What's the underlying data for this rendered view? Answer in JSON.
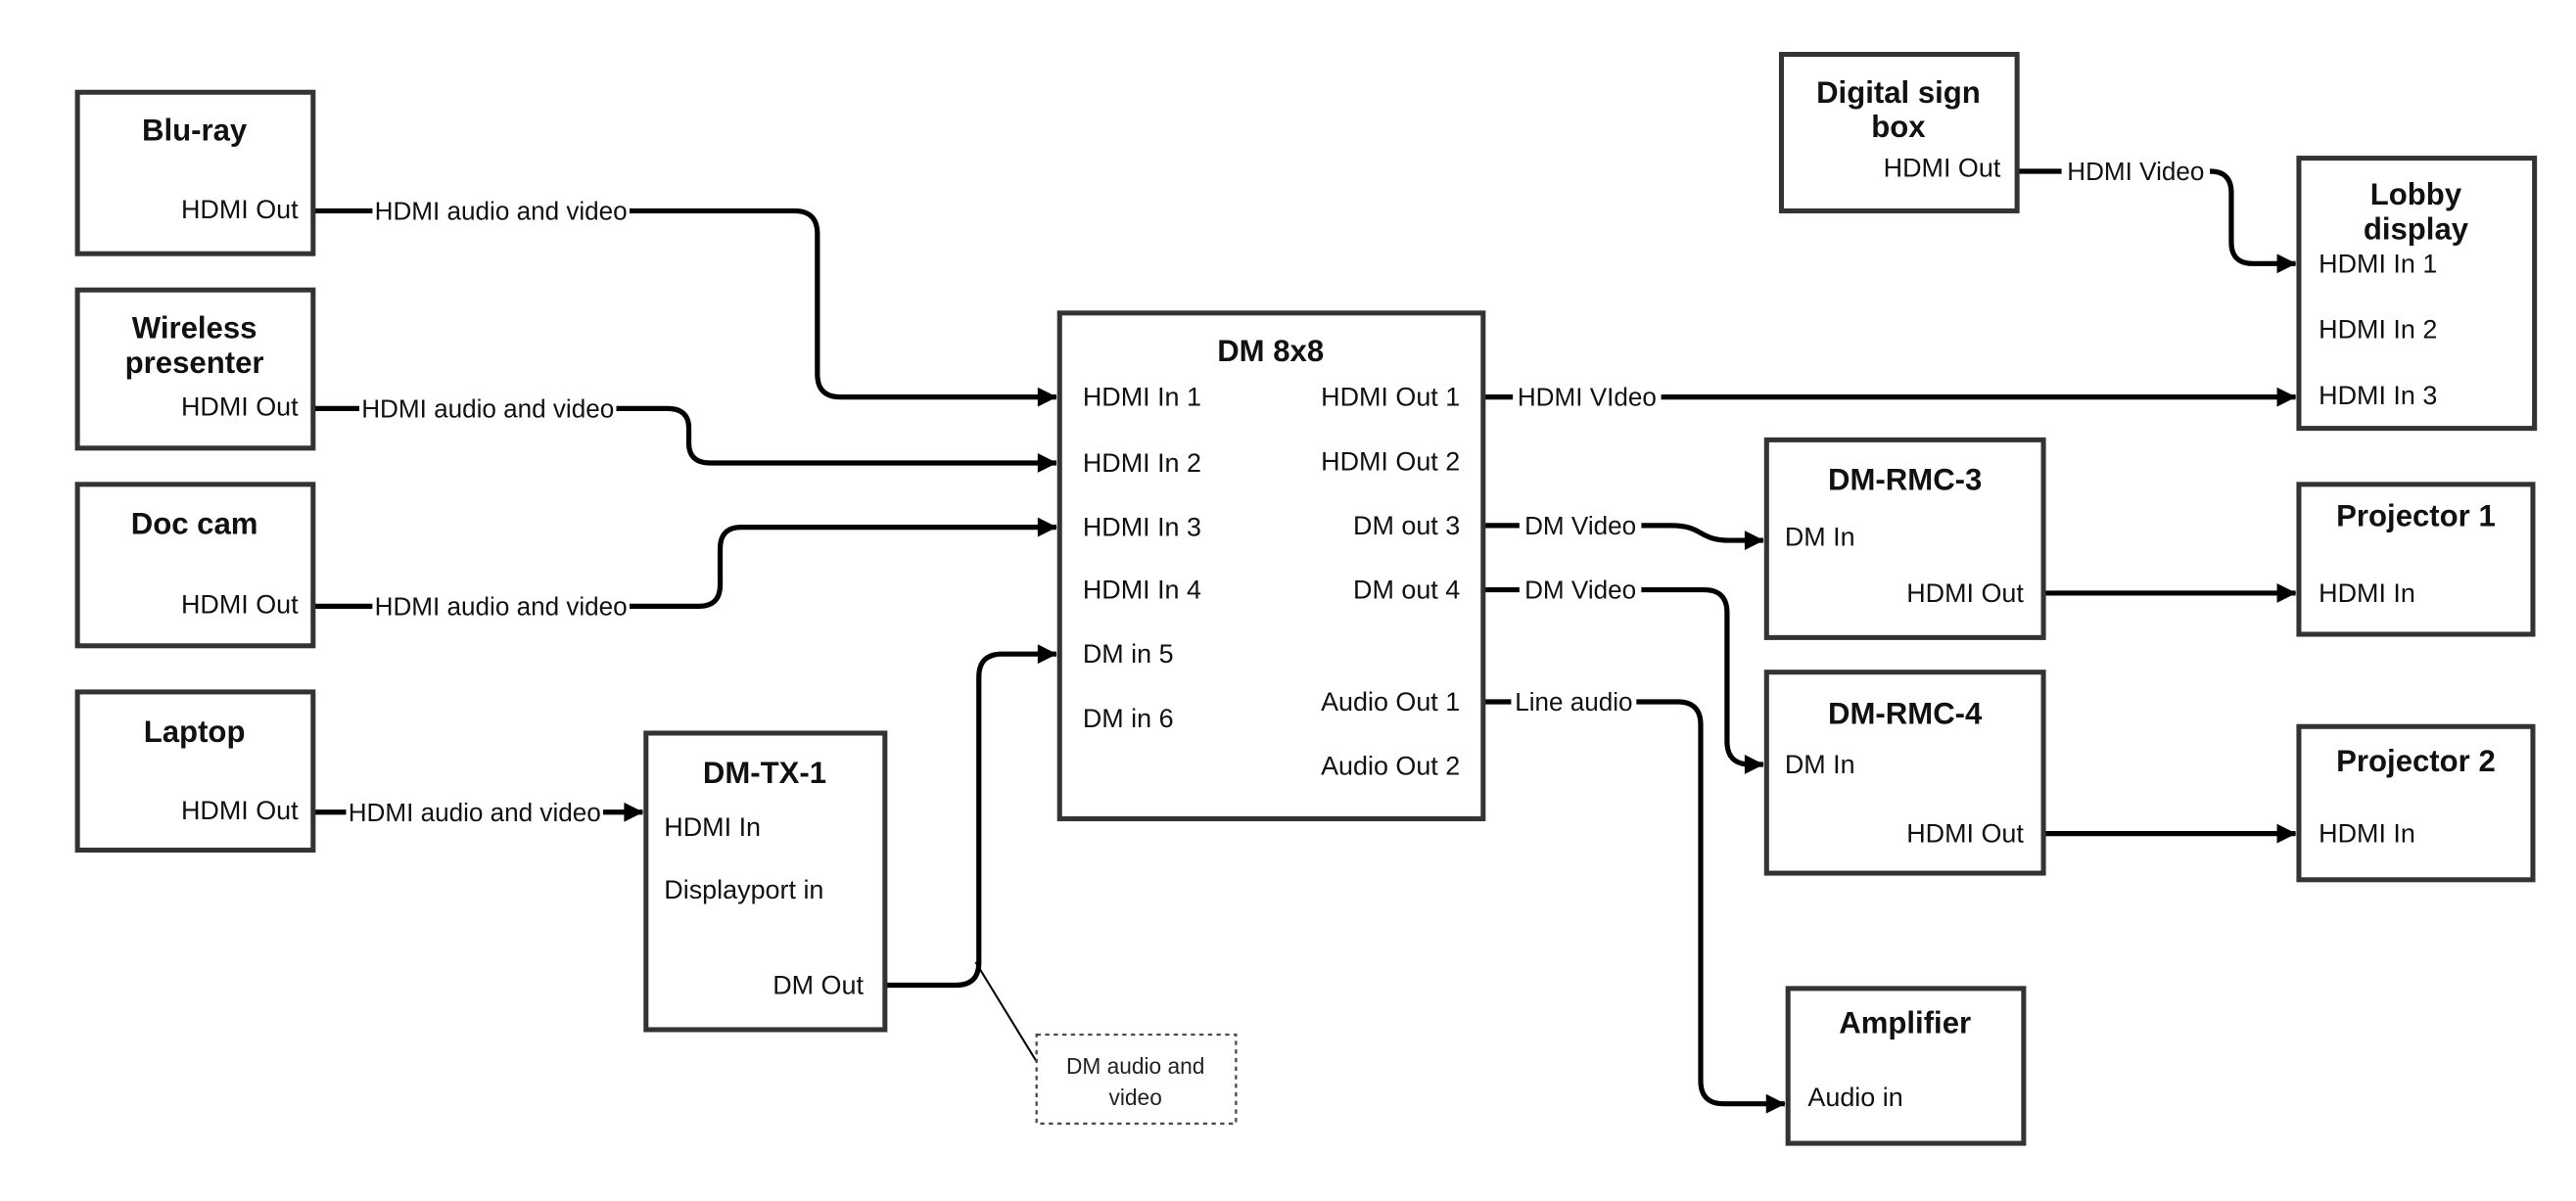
{
  "diagram_type": "av-system-wiring-diagram",
  "colors": {
    "background": "#ffffff",
    "box_border": "#333333",
    "connection_line": "#000000",
    "text": "#111111"
  },
  "nodes": {
    "bluray": {
      "title_lines": [
        "Blu-ray"
      ],
      "ports": [
        "HDMI Out"
      ]
    },
    "wireless": {
      "title_lines": [
        "Wireless",
        "presenter"
      ],
      "ports": [
        "HDMI Out"
      ]
    },
    "doccam": {
      "title_lines": [
        "Doc cam"
      ],
      "ports": [
        "HDMI Out"
      ]
    },
    "laptop": {
      "title_lines": [
        "Laptop"
      ],
      "ports": [
        "HDMI Out"
      ]
    },
    "dmtx1": {
      "title_lines": [
        "DM-TX-1"
      ],
      "ports": [
        "HDMI In",
        "Displayport in",
        "DM Out"
      ]
    },
    "dm8x8": {
      "title_lines": [
        "DM 8x8"
      ],
      "ports_left": [
        "HDMI In 1",
        "HDMI In 2",
        "HDMI In 3",
        "HDMI In 4",
        "DM in 5",
        "DM in 6"
      ],
      "ports_right": [
        "HDMI Out 1",
        "HDMI Out 2",
        "DM out 3",
        "DM out 4",
        "Audio Out 1",
        "Audio Out 2"
      ]
    },
    "digitalsign": {
      "title_lines": [
        "Digital sign",
        "box"
      ],
      "ports": [
        "HDMI Out"
      ]
    },
    "lobby": {
      "title_lines": [
        "Lobby",
        "display"
      ],
      "ports": [
        "HDMI In 1",
        "HDMI In 2",
        "HDMI In 3"
      ]
    },
    "dmrmc3": {
      "title_lines": [
        "DM-RMC-3"
      ],
      "ports": [
        "DM In",
        "HDMI Out"
      ]
    },
    "projector1": {
      "title_lines": [
        "Projector 1"
      ],
      "ports": [
        "HDMI In"
      ]
    },
    "dmrmc4": {
      "title_lines": [
        "DM-RMC-4"
      ],
      "ports": [
        "DM In",
        "HDMI Out"
      ]
    },
    "projector2": {
      "title_lines": [
        "Projector 2"
      ],
      "ports": [
        "HDMI In"
      ]
    },
    "amplifier": {
      "title_lines": [
        "Amplifier"
      ],
      "ports": [
        "Audio in"
      ]
    }
  },
  "edge_labels": {
    "bluray_to_dm8x8": "HDMI audio and video",
    "wireless_to_dm8x8": "HDMI audio and video",
    "doccam_to_dm8x8": "HDMI audio and video",
    "laptop_to_dmtx1": "HDMI audio and video",
    "hdmi_out_1": "HDMI VIdeo",
    "dm_out_3": "DM Video",
    "dm_out_4": "DM Video",
    "audio_out_1": "Line audio",
    "digitalsign_to_lobby": "HDMI Video"
  },
  "note": {
    "lines": [
      "DM audio and",
      "video"
    ]
  }
}
